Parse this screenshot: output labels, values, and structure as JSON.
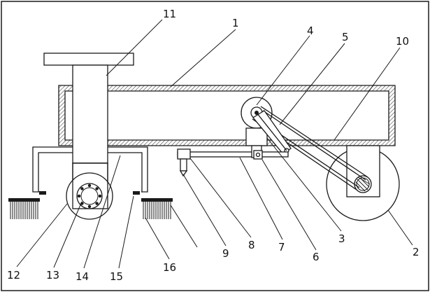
{
  "labels": {
    "l1": "1",
    "l2": "2",
    "l3": "3",
    "l4": "4",
    "l5": "5",
    "l6": "6",
    "l7": "7",
    "l8": "8",
    "l9": "9",
    "l10": "10",
    "l11": "11",
    "l12": "12",
    "l13": "13",
    "l14": "14",
    "l15": "15",
    "l16": "16"
  },
  "colors": {
    "line": "#1a1a1a",
    "hatch": "#444444",
    "background": "#ffffff"
  }
}
